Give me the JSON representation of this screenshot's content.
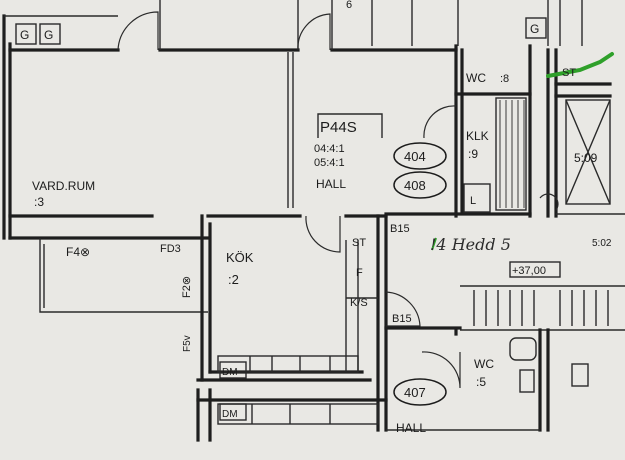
{
  "plan": {
    "apartment_code": "P44S",
    "area_line_1": "04:4:1",
    "area_line_2": "05:4:1",
    "hall_label": "HALL",
    "oval_404": "404",
    "oval_408": "408",
    "oval_407": "407",
    "vardrum_name": "VARD.RUM",
    "vardrum_num": ":3",
    "kok_name": "KÖK",
    "kok_num": ":2",
    "wc_top_name": "WC",
    "wc_top_num": ":8",
    "klk_name": "KLK",
    "klk_num": ":9",
    "l_label": "L",
    "st_top": "ST",
    "st_mid": "ST",
    "f_label": "F",
    "ks_label": "K/S",
    "b15_top": "B15",
    "b15_bottom": "B15",
    "f4_label": "F4⊗",
    "fd3_label": "FD3",
    "f2_label": "F2⊗",
    "f5_label": "F5v",
    "dm_top": "DM",
    "dm_bottom": "DM",
    "g1": "G",
    "g2": "G",
    "g3": "G",
    "room_509": "5:09",
    "elevation": "+37,00",
    "wc_bottom_name": "WC",
    "wc_bottom_num": ":5",
    "hall_bottom": "HALL",
    "partial_502": "5:02",
    "partial_6": "6",
    "handwritten_note": "!4 Hedd 5",
    "colors": {
      "paper": "#e9e8e4",
      "ink": "#1c1c1c",
      "green": "#2fa02a"
    }
  }
}
